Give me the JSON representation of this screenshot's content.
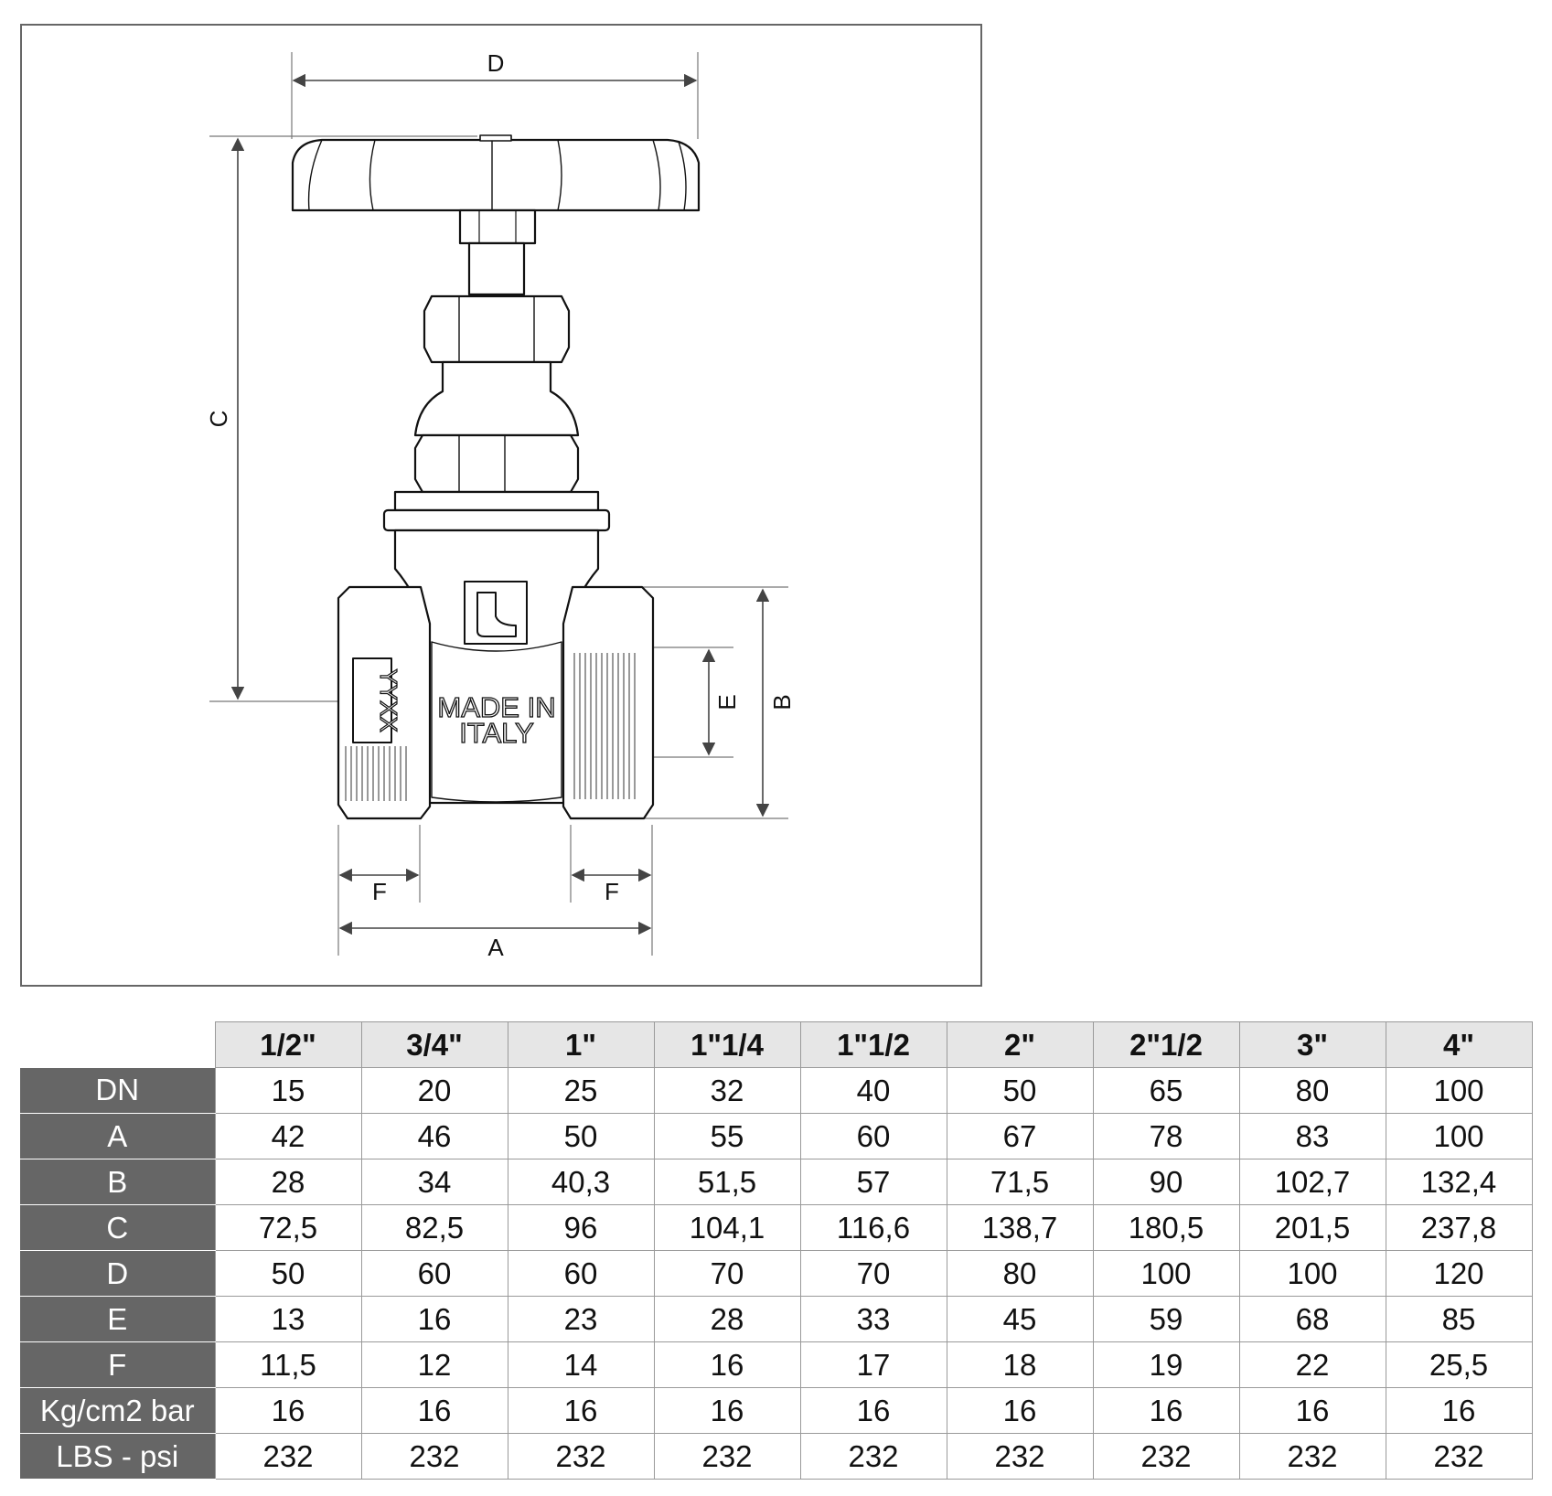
{
  "drawing": {
    "dimension_labels": {
      "a": "A",
      "b": "B",
      "c": "C",
      "d": "D",
      "e": "E",
      "f_left": "F",
      "f_right": "F"
    },
    "body_text": {
      "line1": "MADE IN",
      "line2": "ITALY",
      "marking": "YYXX"
    }
  },
  "table": {
    "sizes": [
      "1/2\"",
      "3/4\"",
      "1\"",
      "1\"1/4",
      "1\"1/2",
      "2\"",
      "2\"1/2",
      "3\"",
      "4\""
    ],
    "rows": [
      {
        "label": "DN",
        "values": [
          "15",
          "20",
          "25",
          "32",
          "40",
          "50",
          "65",
          "80",
          "100"
        ]
      },
      {
        "label": "A",
        "values": [
          "42",
          "46",
          "50",
          "55",
          "60",
          "67",
          "78",
          "83",
          "100"
        ]
      },
      {
        "label": "B",
        "values": [
          "28",
          "34",
          "40,3",
          "51,5",
          "57",
          "71,5",
          "90",
          "102,7",
          "132,4"
        ]
      },
      {
        "label": "C",
        "values": [
          "72,5",
          "82,5",
          "96",
          "104,1",
          "116,6",
          "138,7",
          "180,5",
          "201,5",
          "237,8"
        ]
      },
      {
        "label": "D",
        "values": [
          "50",
          "60",
          "60",
          "70",
          "70",
          "80",
          "100",
          "100",
          "120"
        ]
      },
      {
        "label": "E",
        "values": [
          "13",
          "16",
          "23",
          "28",
          "33",
          "45",
          "59",
          "68",
          "85"
        ]
      },
      {
        "label": "F",
        "values": [
          "11,5",
          "12",
          "14",
          "16",
          "17",
          "18",
          "19",
          "22",
          "25,5"
        ]
      },
      {
        "label": "Kg/cm2 bar",
        "values": [
          "16",
          "16",
          "16",
          "16",
          "16",
          "16",
          "16",
          "16",
          "16"
        ]
      },
      {
        "label": "LBS - psi",
        "values": [
          "232",
          "232",
          "232",
          "232",
          "232",
          "232",
          "232",
          "232",
          "232"
        ]
      }
    ]
  }
}
